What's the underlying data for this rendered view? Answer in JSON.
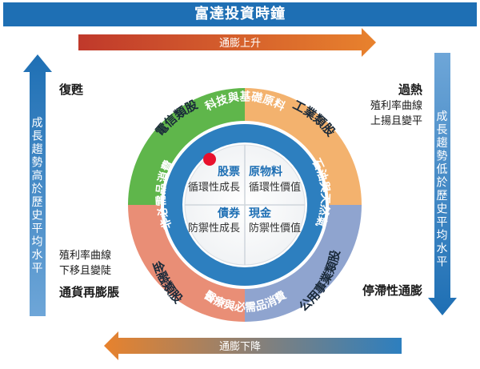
{
  "title": "富達投資時鐘",
  "arrows": {
    "top": "通膨上升",
    "bottom": "通膨下降",
    "left": "成長趨勢高於歷史平均水平",
    "right": "成長趨勢低於歷史平均水平"
  },
  "phases": {
    "recovery": {
      "title": "復甦"
    },
    "overheat": {
      "title": "過熱",
      "note": [
        "殖利率曲線",
        "上揚且變平"
      ]
    },
    "stagflation": {
      "title": "停滯性通膨"
    },
    "reflation": {
      "title": "通貨再膨脹",
      "note": [
        "殖利率曲線",
        "下移且變陡"
      ]
    }
  },
  "outer_ring": {
    "top_left": "電信類股",
    "top_right": "工業類股",
    "bottom_right": "公用事業類股",
    "bottom_left": "金融類股"
  },
  "inner_ring": {
    "top": "科技與基礎原料",
    "right": "石油與天然氣",
    "bottom": "醫療與必需品消費",
    "left": "非必需品消費"
  },
  "quadrants": {
    "top_left": {
      "title": "股票",
      "sub": "循環性成長"
    },
    "top_right": {
      "title": "原物料",
      "sub": "循環性價值"
    },
    "bottom_left": {
      "title": "債券",
      "sub": "防禦性成長"
    },
    "bottom_right": {
      "title": "現金",
      "sub": "防禦性價值"
    }
  },
  "colors": {
    "blue": "#1e6fb4",
    "red": "#c0392b",
    "orange": "#e8822d",
    "green": "#5fb64b",
    "sand": "#f3b26e",
    "lavender": "#8fa4cf",
    "salmon": "#e98e76",
    "ring": "#2d7fbf",
    "marker": "#e8112d"
  }
}
